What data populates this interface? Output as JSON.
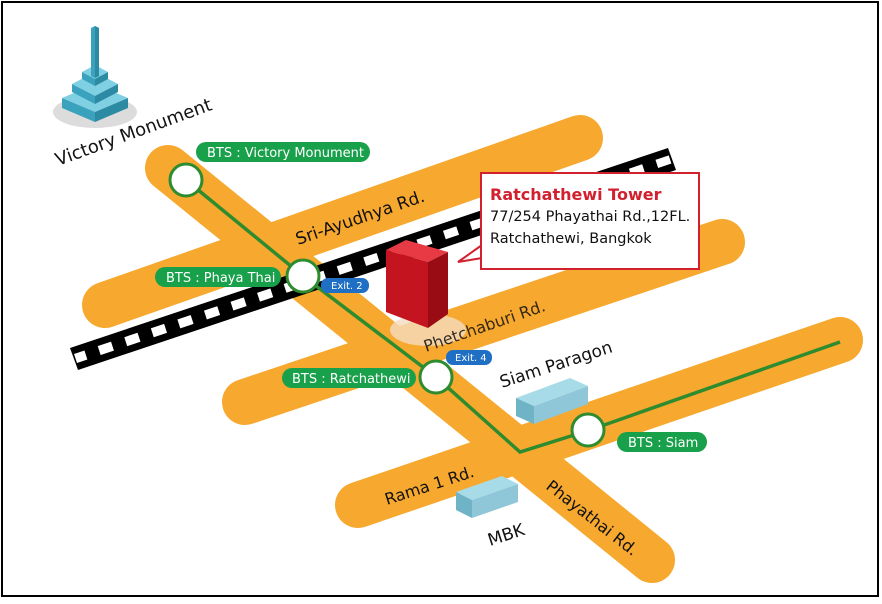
{
  "map": {
    "colors": {
      "road": "#f7a82e",
      "bts_line": "#2e8b2e",
      "station_label_bg": "#19a04a",
      "exit_badge_bg": "#1f6fc4",
      "highlight": "#d2202f",
      "building": "#8fc7d8",
      "monument": "#4fb7cf"
    },
    "landmarks": {
      "victory_monument": "Victory Monument",
      "siam_paragon": "Siam Paragon",
      "mbk": "MBK"
    },
    "roads": {
      "sri_ayudhya": "Sri-Ayudhya Rd.",
      "phetchaburi": "Phetchaburi Rd.",
      "rama1": "Rama 1 Rd.",
      "phayathai": "Phayathai Rd."
    },
    "stations": {
      "victory_monument": "BTS : Victory Monument",
      "phaya_thai": "BTS : Phaya Thai",
      "ratchathewi": "BTS : Ratchathewi",
      "siam": "BTS : Siam"
    },
    "exits": {
      "exit2": "Exit. 2",
      "exit4": "Exit. 4"
    },
    "destination": {
      "name": "Ratchathewi Tower",
      "address_line1": "77/254 Phayathai Rd.,12FL.",
      "address_line2": "Ratchathewi, Bangkok"
    },
    "icons": [
      "monument-icon",
      "tower-building-icon",
      "railway-track",
      "station-circle-icon"
    ]
  }
}
